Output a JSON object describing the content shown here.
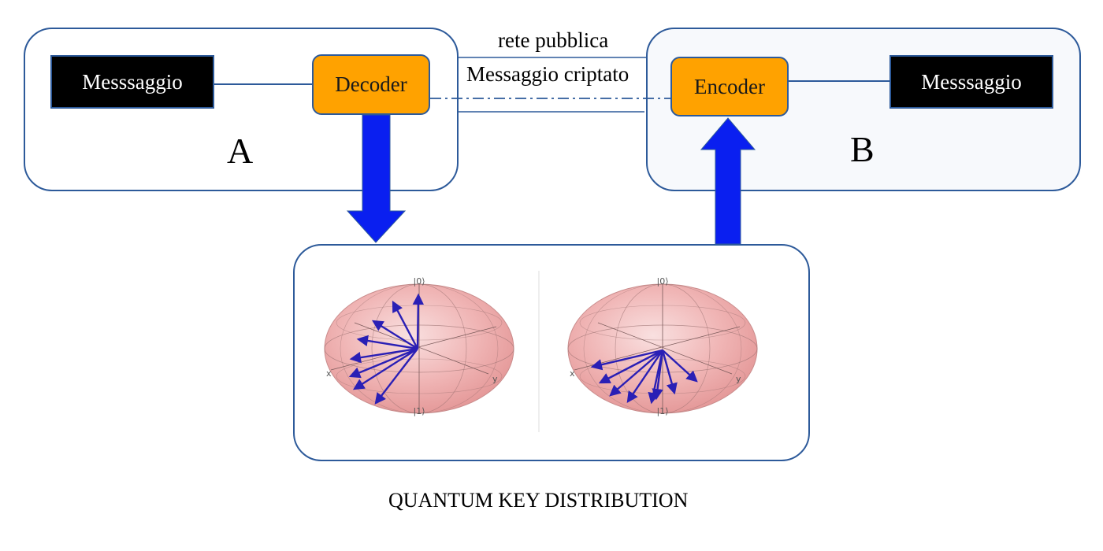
{
  "left_panel": {
    "letter": "A",
    "message_label": "Messsaggio",
    "device_label": "Decoder"
  },
  "right_panel": {
    "letter": "B",
    "message_label": "Messsaggio",
    "device_label": "Encoder"
  },
  "channel": {
    "network_label": "rete pubblica",
    "message_label": "Messaggio criptato"
  },
  "bloch_spheres": [
    {
      "top_label": "|0⟩",
      "bottom_label": "|1⟩",
      "x_label": "x",
      "y_label": "y"
    },
    {
      "top_label": "|0⟩",
      "bottom_label": "|1⟩",
      "x_label": "x",
      "y_label": "y"
    }
  ],
  "caption": "QUANTUM KEY DISTRIBUTION",
  "colors": {
    "border": "#2d5a9a",
    "orange": "#ffa200",
    "arrow_blue": "#0a1ff0",
    "sphere_fill": "#f2a3a3",
    "vector": "#2a1fb5"
  }
}
